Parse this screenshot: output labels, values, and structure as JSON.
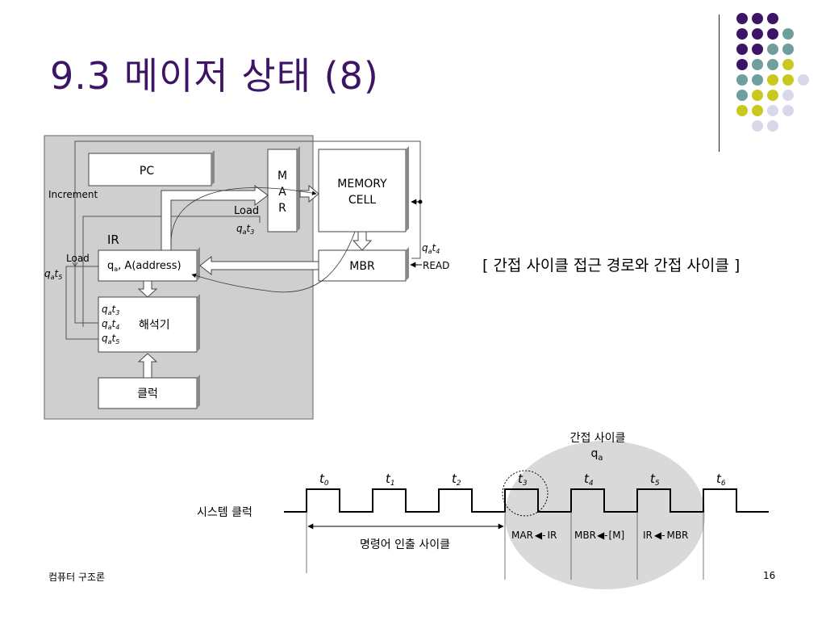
{
  "slide": {
    "title": "9.3 메이저 상태 (8)",
    "caption": "[ 간접 사이클 접근 경로와 간접 사이클 ]",
    "footer_left": "컴퓨터 구조론",
    "page_number": "16"
  },
  "decor": {
    "colors": {
      "purple": "#3d1466",
      "teal": "#6e9e9e",
      "yellow": "#c8c81e",
      "lavender": "#d8d8ea"
    },
    "dot_rows": [
      [
        "purple",
        "purple",
        "purple"
      ],
      [
        "purple",
        "purple",
        "purple",
        "teal"
      ],
      [
        "purple",
        "purple",
        "teal",
        "teal"
      ],
      [
        "purple",
        "teal",
        "teal",
        "yellow"
      ],
      [
        "teal",
        "teal",
        "yellow",
        "yellow",
        "lavender"
      ],
      [
        "teal",
        "yellow",
        "yellow",
        "lavender"
      ],
      [
        "yellow",
        "yellow",
        "lavender",
        "lavender"
      ],
      [
        "lavender",
        "lavender"
      ]
    ]
  },
  "diagram": {
    "pc": "PC",
    "mar": [
      "M",
      "A",
      "R"
    ],
    "memory_line1": "MEMORY",
    "memory_line2": "CELL",
    "mbr": "MBR",
    "ir_label": "IR",
    "ir_content": "q",
    "ir_sub": "a",
    "ir_rest": ", A(address)",
    "increment": "Increment",
    "load": "Load",
    "read": "READ",
    "decoder": "해석기",
    "clock": "클럭",
    "signal_q": "q",
    "signal_a": "a",
    "signal_t": "t",
    "t3": "3",
    "t4": "4",
    "t5": "5"
  },
  "timing": {
    "indirect_cycle": "간접 사이클",
    "qa_q": "q",
    "qa_a": "a",
    "system_clock": "시스템 클럭",
    "fetch_cycle": "명령어 인출 사이클",
    "ticks": [
      "0",
      "1",
      "2",
      "3",
      "4",
      "5",
      "6"
    ],
    "transfers": [
      {
        "dest": "MAR",
        "src": "IR"
      },
      {
        "dest": "MBR",
        "src": "[M]"
      },
      {
        "dest": "IR",
        "src": "MBR"
      }
    ]
  }
}
